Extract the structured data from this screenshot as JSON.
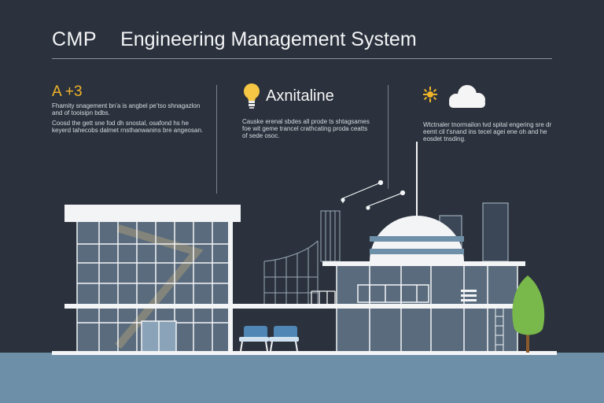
{
  "header": {
    "brand": "CMP",
    "title": "Engineering Management System"
  },
  "columns": [
    {
      "heading": "A +3",
      "icon": "none",
      "paragraphs": [
        "Fhamity snagement bn'a is angbel pe’tso shnagazlon and of tooisipn bdbs.",
        "Coosd the gett sne fod dh snostal, osafond hs he keyerd tahecobs dalmet rnsthanwanins bre angeosan."
      ]
    },
    {
      "heading": "Axnitaline",
      "icon": "lightbulb-icon",
      "paragraphs": [
        "Causke erenal sbdes all prode ts shtagsames foe wit geme trancel crathcating proda ceatts of sede osoc."
      ]
    },
    {
      "heading": "",
      "icon": "sun-cloud-icon",
      "paragraphs": [
        "Wtctnaler tnormailon tvd spital engering sre dr eemt cil t'snand ins tecel agei ene oh and he eosdet tnsding."
      ]
    }
  ],
  "colors": {
    "background": "#2b323d",
    "accent": "#f0b429",
    "glass": "#7f9bb3",
    "ground": "#6e8fa8",
    "tree": "#79b84a"
  }
}
